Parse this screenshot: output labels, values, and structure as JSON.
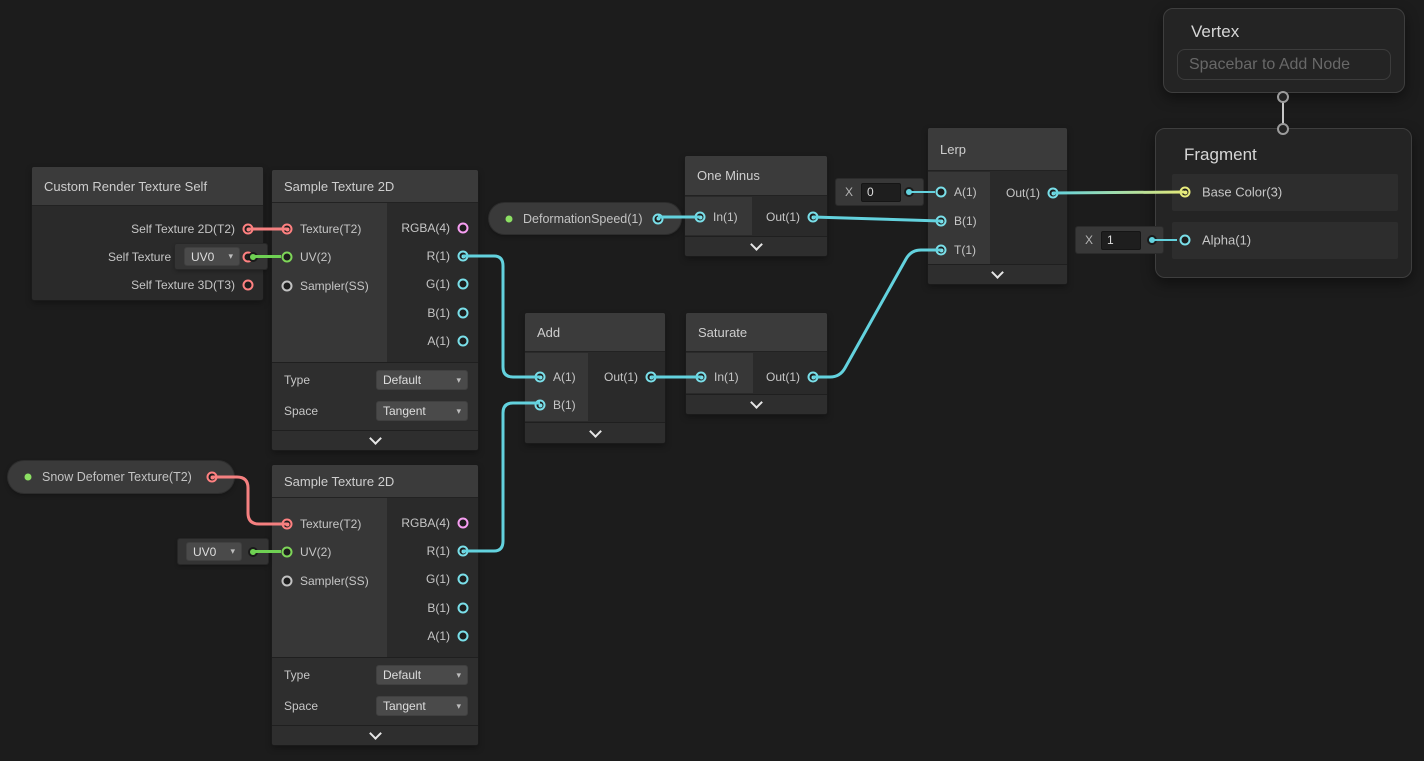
{
  "graph": {
    "background": "#1c1c1c",
    "colors": {
      "wire_cyan": "#63d2de",
      "wire_red": "#f58080",
      "wire_green": "#6fd153",
      "wire_gradient_end": "#e3e878",
      "port_cyan": "#7adfe9",
      "port_red": "#ff8181",
      "port_green": "#7ed658",
      "port_pink": "#f79ef2",
      "port_yellow": "#e9ec7d",
      "port_gray": "#c2c2c2",
      "property_dot_green": "#8ce063",
      "connector_gray": "#c6c6c6"
    },
    "pills": {
      "deformation_speed": {
        "label": "DeformationSpeed(1)"
      },
      "snow_deformer": {
        "label": "Snow Defomer Texture(T2)"
      }
    },
    "nodes": {
      "crt_self": {
        "title": "Custom Render Texture Self",
        "outputs": [
          {
            "label": "Self Texture 2D(T2)"
          },
          {
            "label": "Self Texture"
          },
          {
            "label": "Self Texture 3D(T3)"
          }
        ]
      },
      "sample1": {
        "title": "Sample Texture 2D",
        "inputs": [
          {
            "label": "Texture(T2)"
          },
          {
            "label": "UV(2)"
          },
          {
            "label": "Sampler(SS)"
          }
        ],
        "outputs": [
          {
            "label": "RGBA(4)"
          },
          {
            "label": "R(1)"
          },
          {
            "label": "G(1)"
          },
          {
            "label": "B(1)"
          },
          {
            "label": "A(1)"
          }
        ],
        "controls": [
          {
            "label": "Type",
            "value": "Default"
          },
          {
            "label": "Space",
            "value": "Tangent"
          }
        ]
      },
      "sample2": {
        "title": "Sample Texture 2D",
        "inputs": [
          {
            "label": "Texture(T2)"
          },
          {
            "label": "UV(2)"
          },
          {
            "label": "Sampler(SS)"
          }
        ],
        "outputs": [
          {
            "label": "RGBA(4)"
          },
          {
            "label": "R(1)"
          },
          {
            "label": "G(1)"
          },
          {
            "label": "B(1)"
          },
          {
            "label": "A(1)"
          }
        ],
        "controls": [
          {
            "label": "Type",
            "value": "Default"
          },
          {
            "label": "Space",
            "value": "Tangent"
          }
        ]
      },
      "one_minus": {
        "title": "One Minus",
        "inputs": [
          {
            "label": "In(1)"
          }
        ],
        "outputs": [
          {
            "label": "Out(1)"
          }
        ]
      },
      "add": {
        "title": "Add",
        "inputs": [
          {
            "label": "A(1)"
          },
          {
            "label": "B(1)"
          }
        ],
        "outputs": [
          {
            "label": "Out(1)"
          }
        ]
      },
      "saturate": {
        "title": "Saturate",
        "inputs": [
          {
            "label": "In(1)"
          }
        ],
        "outputs": [
          {
            "label": "Out(1)"
          }
        ]
      },
      "lerp": {
        "title": "Lerp",
        "inputs": [
          {
            "label": "A(1)"
          },
          {
            "label": "B(1)"
          },
          {
            "label": "T(1)"
          }
        ],
        "outputs": [
          {
            "label": "Out(1)"
          }
        ]
      },
      "vertex": {
        "title": "Vertex",
        "placeholder": "Spacebar to Add Node"
      },
      "fragment": {
        "title": "Fragment",
        "inputs": [
          {
            "label": "Base Color(3)"
          },
          {
            "label": "Alpha(1)"
          }
        ]
      }
    },
    "inline_values": {
      "lerp_a": {
        "label": "X",
        "value": "0"
      },
      "fragment_alpha": {
        "label": "X",
        "value": "1"
      },
      "sample1_uv": {
        "value": "UV0"
      },
      "sample2_uv": {
        "value": "UV0"
      }
    }
  }
}
